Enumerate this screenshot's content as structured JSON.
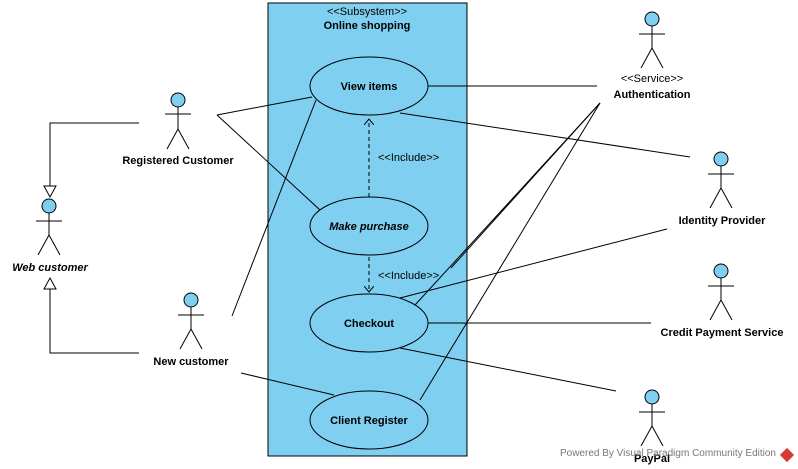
{
  "system": {
    "stereotype": "<<Subsystem>>",
    "name": "Online shopping"
  },
  "use_cases": {
    "view_items": "View items",
    "make_purchase": "Make purchase",
    "checkout": "Checkout",
    "client_register": "Client Register"
  },
  "actors": {
    "registered_customer": "Registered Customer",
    "web_customer": "Web customer",
    "new_customer": "New customer",
    "authentication_stereotype": "<<Service>>",
    "authentication": "Authentication",
    "identity_provider": "Identity Provider",
    "credit_payment": "Credit Payment Service",
    "paypal": "PayPal"
  },
  "relations": {
    "include_1": "<<Include>>",
    "include_2": "<<Include>>"
  },
  "footer": "Powered By Visual Paradigm Community Edition",
  "colors": {
    "fill": "#7ecff0",
    "logo": "#d43a2f"
  }
}
